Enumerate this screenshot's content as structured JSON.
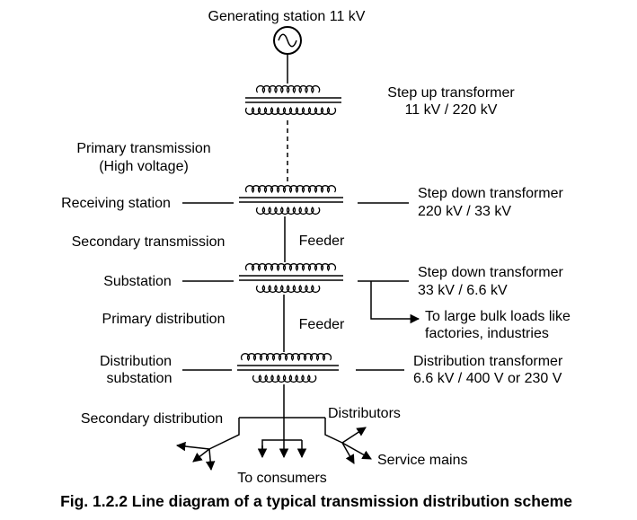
{
  "diagram": {
    "generating_station": "Generating station 11 kV",
    "step_up": {
      "name": "Step up transformer",
      "rating": "11 kV / 220 kV"
    },
    "primary_transmission": {
      "line1": "Primary transmission",
      "line2": "(High voltage)"
    },
    "receiving_station": "Receiving station",
    "step_down_1": {
      "name": "Step down transformer",
      "rating": "220 kV / 33 kV"
    },
    "secondary_transmission": "Secondary transmission",
    "feeder_1": "Feeder",
    "substation": "Substation",
    "step_down_2": {
      "name": "Step down transformer",
      "rating": "33 kV / 6.6 kV"
    },
    "primary_distribution": "Primary distribution",
    "feeder_2": "Feeder",
    "bulk_loads": {
      "line1": "To large bulk loads like",
      "line2": "factories, industries"
    },
    "distribution_substation": {
      "line1": "Distribution",
      "line2": "substation"
    },
    "distribution_transformer": {
      "name": "Distribution transformer",
      "rating": "6.6 kV / 400 V or 230 V"
    },
    "secondary_distribution": "Secondary distribution",
    "distributors": "Distributors",
    "service_mains": "Service mains",
    "to_consumers": "To consumers"
  },
  "caption": "Fig. 1.2.2 Line diagram of a typical transmission distribution scheme"
}
